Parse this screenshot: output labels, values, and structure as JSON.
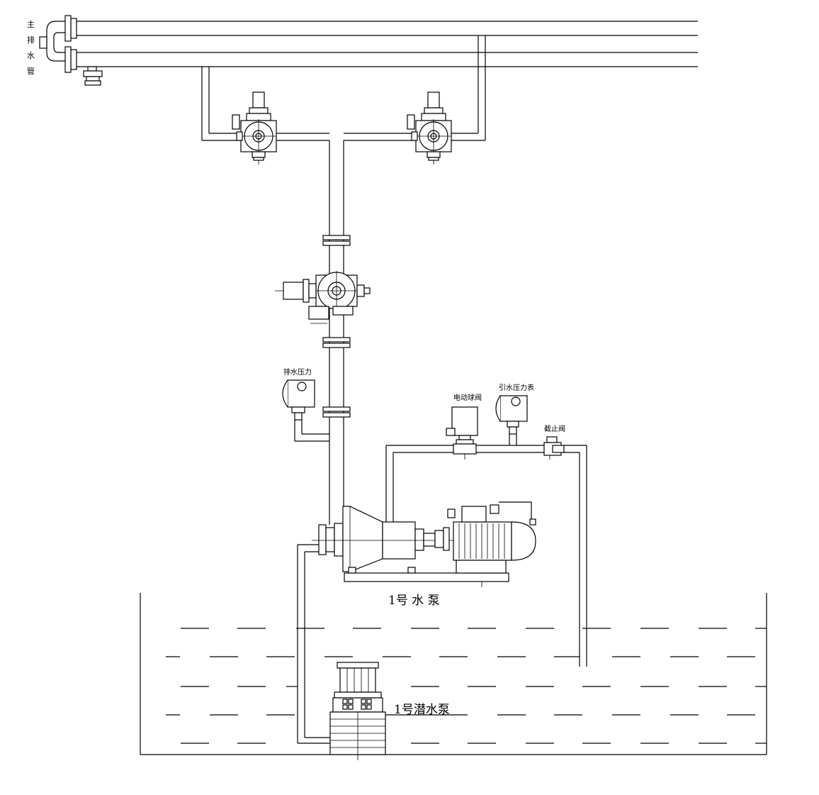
{
  "labels": {
    "main_pipe": "主排水管",
    "main_pipe_chars": [
      "主",
      "排",
      "水",
      "管"
    ],
    "discharge_pressure": "排水压力",
    "electric_ball_valve": "电动球阀",
    "priming_pressure_gauge": "引水压力表",
    "stop_valve": "截止阀",
    "pump_1": "1号 水 泵",
    "submersible_pump_1": "1号潜水泵"
  },
  "colors": {
    "line": "#000000",
    "background": "#ffffff"
  }
}
